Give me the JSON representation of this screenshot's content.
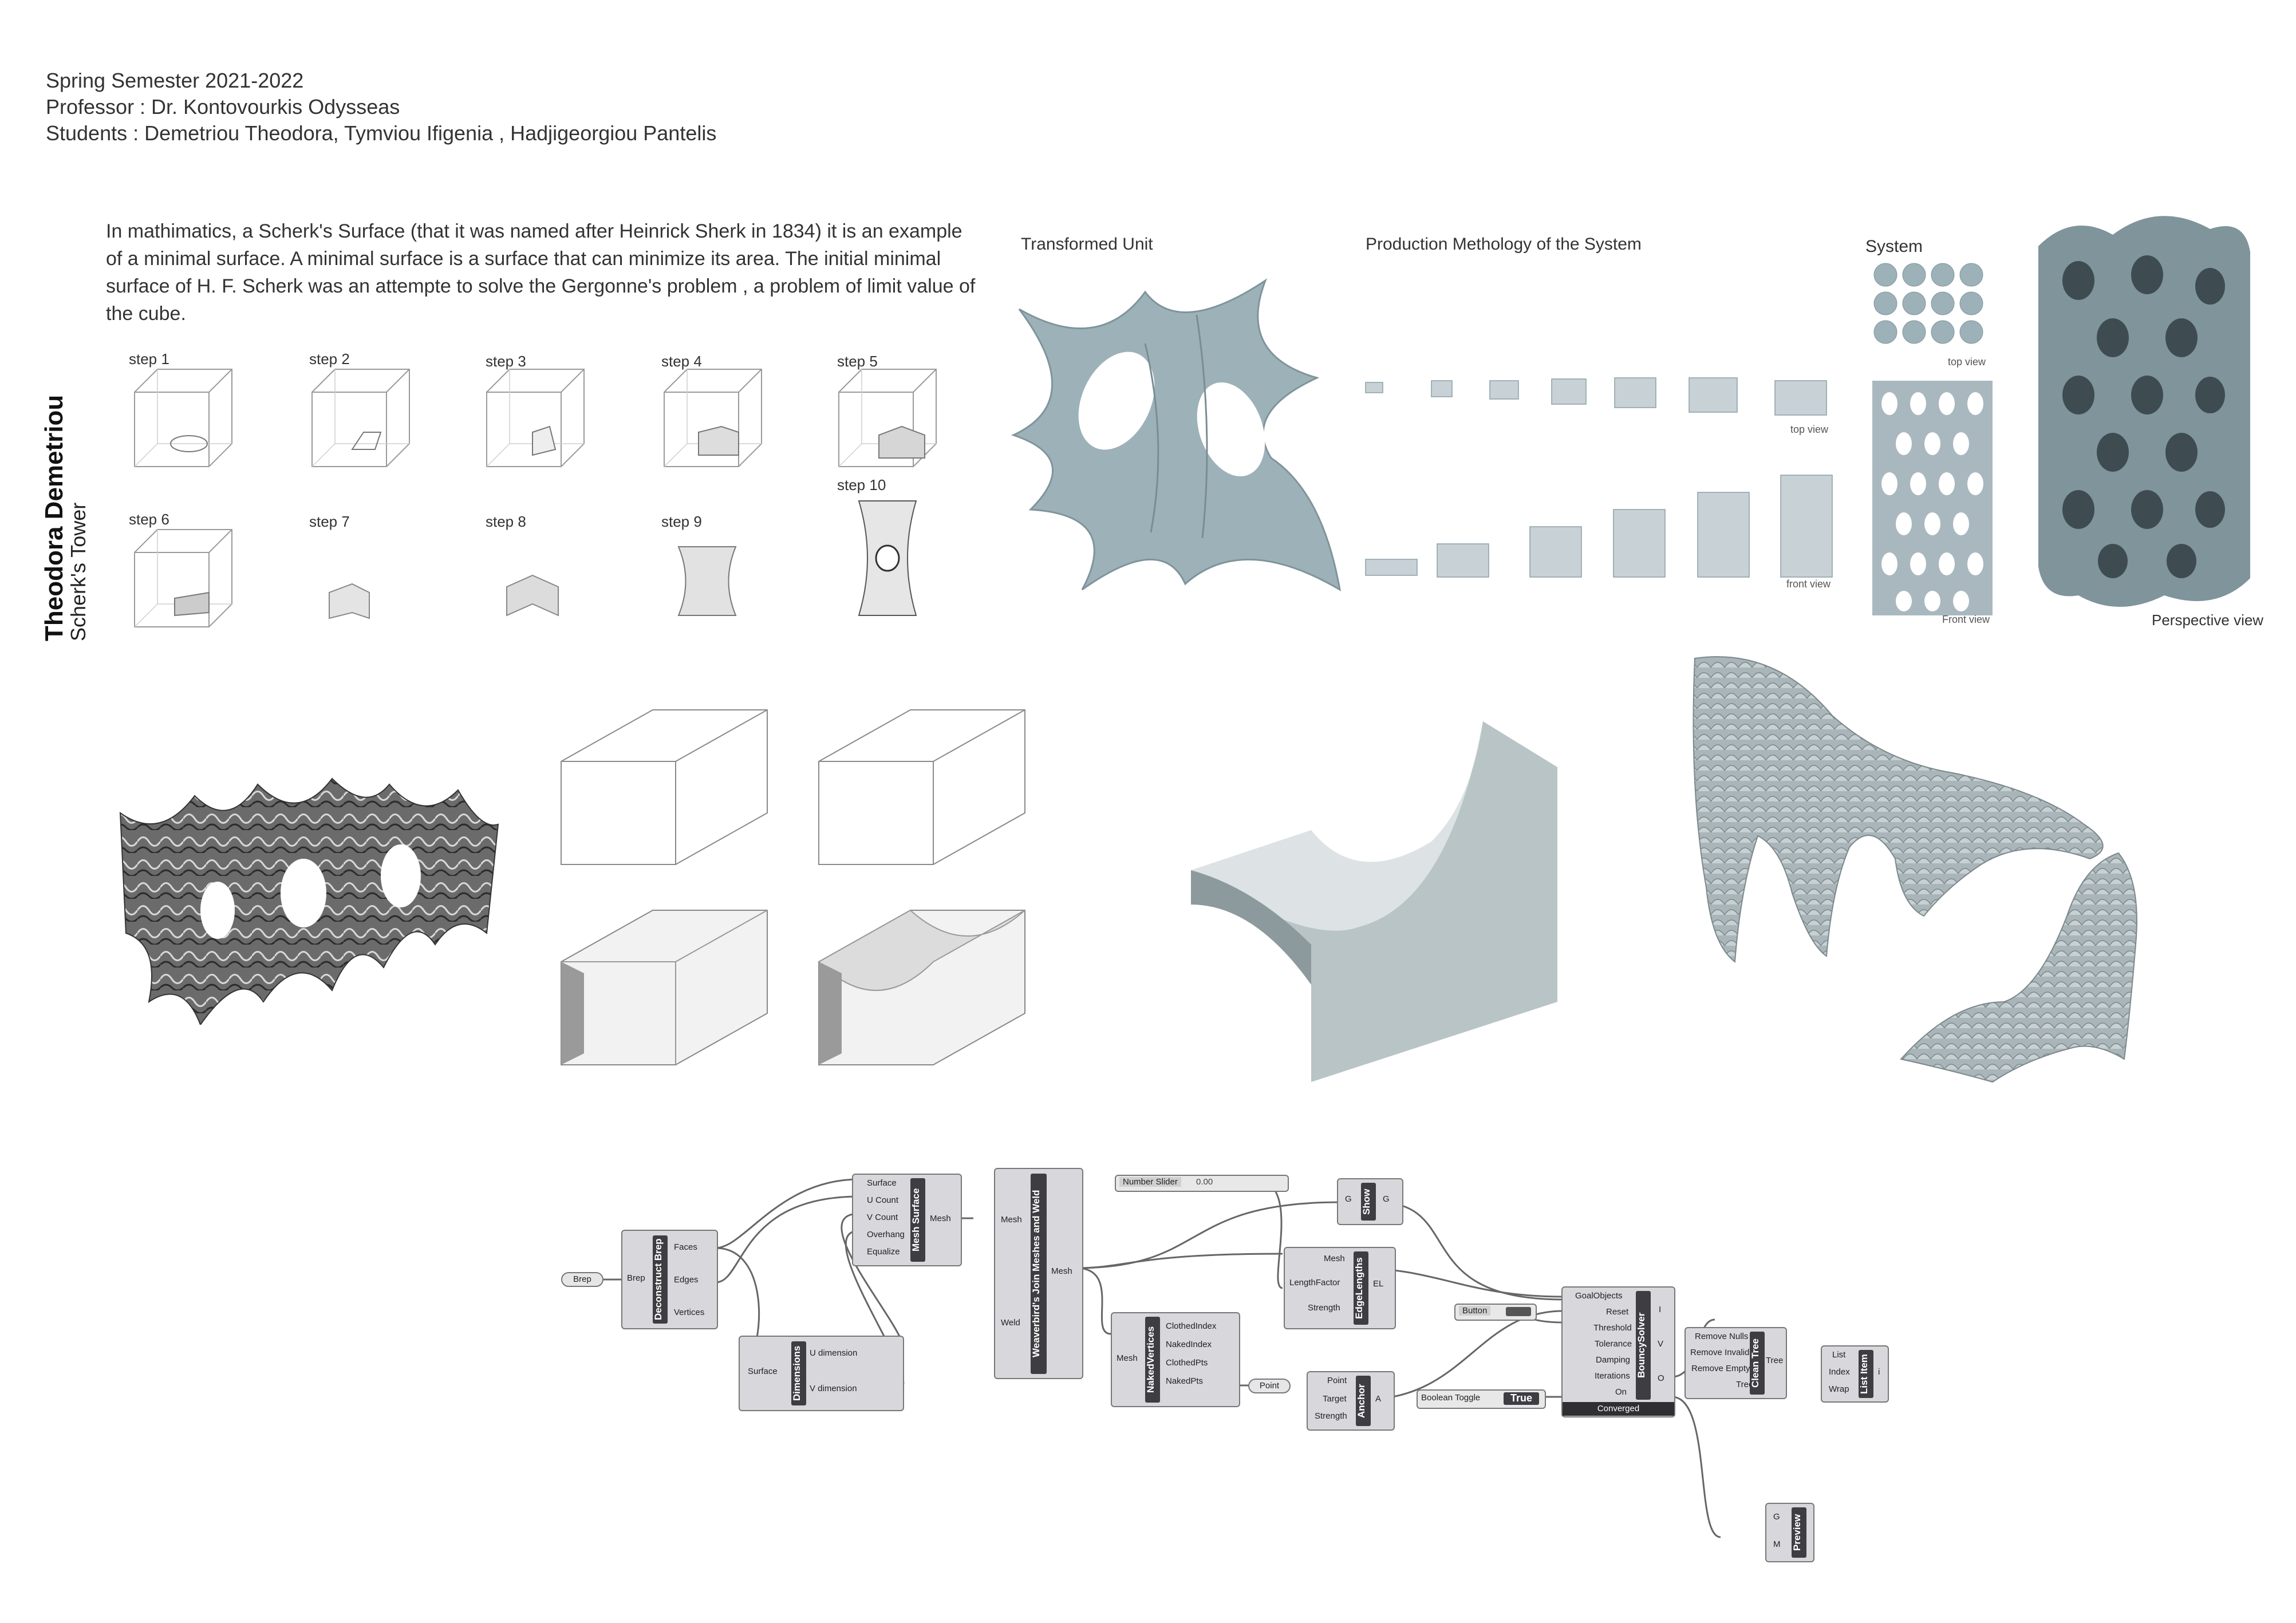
{
  "header": {
    "semester": "Spring Semester 2021-2022",
    "professor": "Professor : Dr. Kontovourkis Odysseas",
    "students": "Students : Demetriou Theodora, Tymviou Ifigenia , Hadjigeorgiou Pantelis"
  },
  "author": {
    "name": "Theodora Demetriou",
    "project": "Scherk's Tower"
  },
  "intro": "In mathimatics, a Scherk's Surface (that it was named after Heinrick Sherk in 1834) it is an example of a minimal surface. A minimal surface is a surface that can minimize its area. The initial minimal surface of H. F. Scherk was an attempte to solve the Gergonne's problem , a problem of limit value of the cube.",
  "steps": [
    "step 1",
    "step 2",
    "step 3",
    "step 4",
    "step 5",
    "step 6",
    "step 7",
    "step 8",
    "step 9",
    "step 10"
  ],
  "sections": {
    "transformed_unit": "Transformed Unit",
    "production": "Production Methology of the System",
    "system": "System",
    "top_view_a": "top view",
    "top_view_b": "top view",
    "front_view_a": "front view",
    "front_view_b": "Front view",
    "perspective": "Perspective view"
  },
  "grasshopper": {
    "brep_param": "Brep",
    "deconstruct": {
      "name": "Deconstruct Brep",
      "in": [
        "Brep"
      ],
      "out": [
        "Faces",
        "Edges",
        "Vertices"
      ]
    },
    "dimensions": {
      "name": "Dimensions",
      "in": [
        "Surface"
      ],
      "out": [
        "U dimension",
        "V dimension"
      ]
    },
    "mesh_surface": {
      "name": "Mesh Surface",
      "in": [
        "Surface",
        "U Count",
        "V Count",
        "Overhang",
        "Equalize"
      ],
      "out": [
        "Mesh"
      ]
    },
    "weaverbird": {
      "name": "Weaverbird's Join Meshes and Weld",
      "in": [
        "Mesh",
        "Weld"
      ],
      "out": [
        "Mesh"
      ]
    },
    "slider": {
      "label": "Number Slider",
      "value": "0.00"
    },
    "show": {
      "name": "Show",
      "in": [
        "G"
      ],
      "out": [
        "G"
      ]
    },
    "edge_lengths": {
      "name": "EdgeLengths",
      "in": [
        "Mesh",
        "LengthFactor",
        "Strength"
      ],
      "out": [
        "EL"
      ]
    },
    "naked_vertices": {
      "name": "NakedVertices",
      "in": [
        "Mesh"
      ],
      "out": [
        "ClothedIndex",
        "NakedIndex",
        "ClothedPts",
        "NakedPts"
      ]
    },
    "point_param": "Point",
    "anchor": {
      "name": "Anchor",
      "in": [
        "Point",
        "Target",
        "Strength"
      ],
      "out": [
        "A"
      ]
    },
    "button": "Button",
    "boolean_toggle": {
      "label": "Boolean Toggle",
      "value": "True"
    },
    "bouncy": {
      "name": "BouncySolver",
      "in": [
        "GoalObjects",
        "Reset",
        "Threshold",
        "Tolerance",
        "Damping",
        "Iterations",
        "On"
      ],
      "out": [
        "I",
        "V",
        "O"
      ],
      "status": "Converged"
    },
    "clean_tree": {
      "name": "Clean Tree",
      "in": [
        "Remove Nulls",
        "Remove Invalid",
        "Remove Empty",
        "Tree"
      ],
      "out": [
        "Tree"
      ]
    },
    "list_item": {
      "name": "List Item",
      "in": [
        "List",
        "Index",
        "Wrap"
      ],
      "out": [
        "i"
      ]
    },
    "preview": {
      "name": "Preview",
      "in": [
        "G",
        "M"
      ]
    }
  }
}
